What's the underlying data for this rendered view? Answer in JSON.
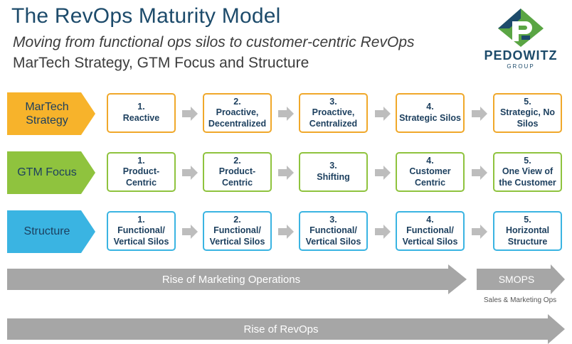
{
  "header": {
    "title": "The RevOps Maturity Model",
    "subtitle": "Moving from functional ops silos to customer-centric RevOps",
    "subtitle2": "MarTech Strategy, GTM Focus and Structure"
  },
  "logo": {
    "name": "PEDOWITZ",
    "sub": "GROUP",
    "colors": {
      "green": "#5aa544",
      "navy": "#1d4b6b"
    }
  },
  "colors": {
    "martech": "#f7b32b",
    "gtm": "#8fc33e",
    "structure": "#3ab4e2",
    "arrow_gray": "#a6a6a6",
    "text_navy": "#1c3f5e"
  },
  "rows": [
    {
      "label": "MarTech Strategy",
      "stages": [
        {
          "num": "1.",
          "text": "Reactive"
        },
        {
          "num": "2.",
          "text": "Proactive, Decentralized"
        },
        {
          "num": "3.",
          "text": "Proactive, Centralized"
        },
        {
          "num": "4.",
          "text": "Strategic Silos"
        },
        {
          "num": "5.",
          "text": "Strategic, No Silos"
        }
      ]
    },
    {
      "label": "GTM Focus",
      "stages": [
        {
          "num": "1.",
          "text": "Product-Centric"
        },
        {
          "num": "2.",
          "text": "Product-Centric"
        },
        {
          "num": "3.",
          "text": "Shifting"
        },
        {
          "num": "4.",
          "text": "Customer Centric"
        },
        {
          "num": "5.",
          "text": "One View of the Customer"
        }
      ]
    },
    {
      "label": "Structure",
      "stages": [
        {
          "num": "1.",
          "text": "Functional/ Vertical Silos"
        },
        {
          "num": "2.",
          "text": "Functional/ Vertical Silos"
        },
        {
          "num": "3.",
          "text": "Functional/ Vertical Silos"
        },
        {
          "num": "4.",
          "text": "Functional/ Vertical Silos"
        },
        {
          "num": "5.",
          "text": "Horizontal Structure"
        }
      ]
    }
  ],
  "bands": {
    "marketing_ops": "Rise of Marketing Operations",
    "smops": "SMOPS",
    "smops_sub": "Sales & Marketing Ops",
    "revops": "Rise of RevOps"
  }
}
